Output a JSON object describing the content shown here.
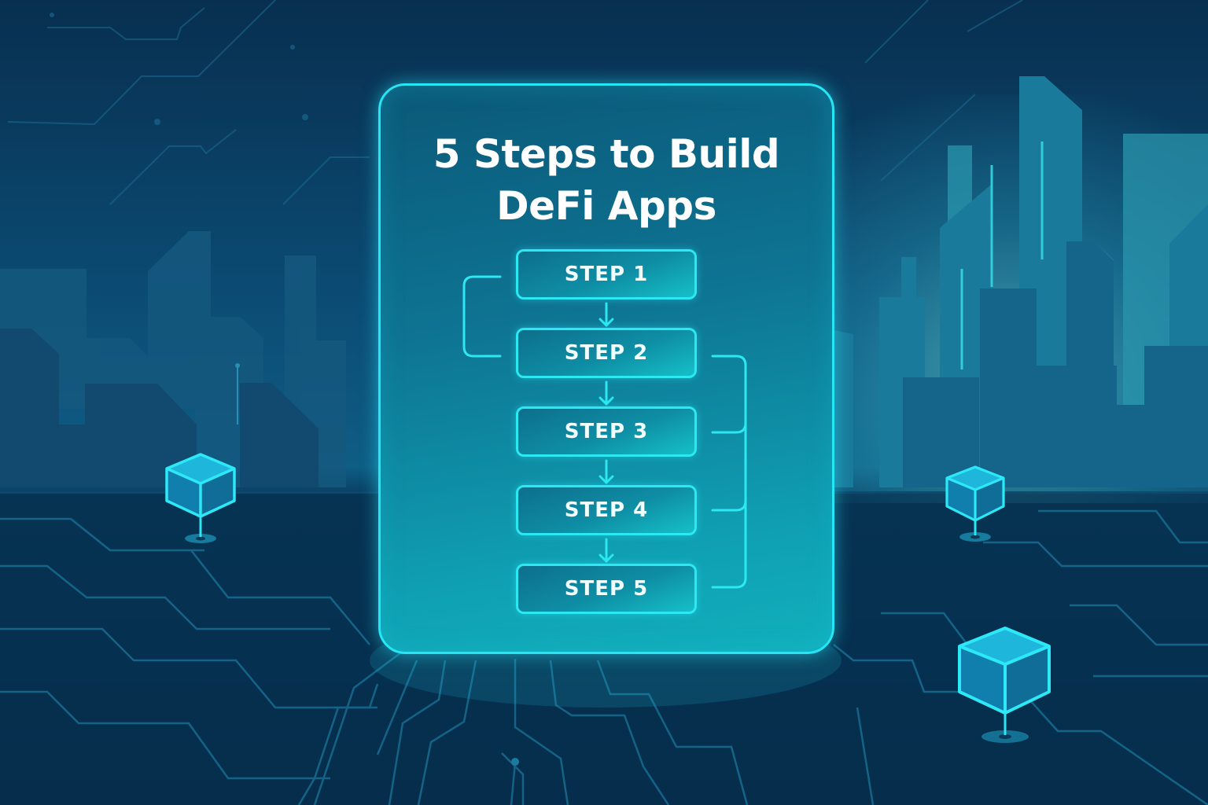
{
  "title": {
    "line1": "5 Steps to Build",
    "line2": "DeFi Apps"
  },
  "steps": [
    {
      "label": "STEP 1"
    },
    {
      "label": "STEP 2"
    },
    {
      "label": "STEP 3"
    },
    {
      "label": "STEP 4"
    },
    {
      "label": "STEP 5"
    }
  ],
  "colors": {
    "accent": "#26e6f5",
    "background_dark": "#062a48",
    "background_mid": "#0b4a72",
    "panel_fill": "#0e7493",
    "text": "#ffffff"
  },
  "decorations": {
    "icons": [
      "blockchain-cube-icon",
      "blockchain-cube-icon",
      "blockchain-cube-icon"
    ],
    "background": "city-skyline-with-circuit-traces"
  }
}
